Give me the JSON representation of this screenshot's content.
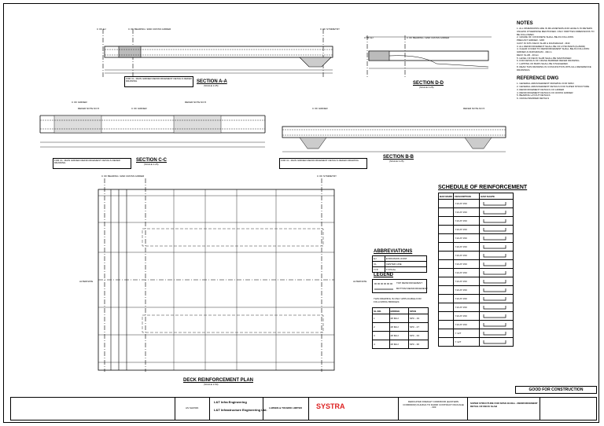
{
  "notes": {
    "heading": "NOTES",
    "lines": [
      "1. ALL DIMENSIONS ARE IN MILLIMETERS AND LEVELS IN METERS",
      "UNLESS OTHERWISE MENTIONED. ONLY WRITTEN DIMENSIONS TO",
      "BE FOLLOWED.",
      "2. GRADE OF CONCRETE SHALL BE AS FOLLOWS:",
      "PRECAST GIRDER - M45",
      "CAST IN SITU DECK SLAB & DIAPHRAGM - M40",
      "3. ALL REINFORCEMENT SHALL BE OF HYSD BARS (Fe500D)",
      "4. CLEAR COVER TO REINFORCEMENT SHALL BE AS FOLLOWS:",
      "GIRDER & DIAPHRAGM - 40mm",
      "DECK SLAB - 40mm",
      "5. LEVEL OF DECK SLAB SHALL BE MAINTAINED",
      "6. FOR DETAILS OF CRASH BARRIER REFER DRAWING.",
      "7. LAPPING OF BARS SHALL BE STAGGERED.",
      "8. READ THIS DRAWING IN CONJUNCTION WITH ALL REFERENCE DRAWINGS."
    ]
  },
  "reference_dwg": {
    "heading": "REFERENCE DWG",
    "lines": [
      "1. GENERAL ARRANGEMENT DRAWING FOR SPAN",
      "2. GENERAL ARRANGEMENT DETAILS FOR SUPER STRUCTURE",
      "3. REINFORCEMENT DETAILS OF GIRDER",
      "4. REINFORCEMENT DETAILS OF CROSS GIRDER",
      "5. BEARING LAYOUT DETAILS",
      "6. CRASH BARRIER DETAILS"
    ]
  },
  "sections": {
    "aa": {
      "title": "SECTION A-A",
      "scale": "(SCALE 1:25)"
    },
    "dd": {
      "title": "SECTION D-D",
      "scale": "(SCALE 1:25)"
    },
    "cc": {
      "title": "SECTION C-C",
      "scale": "(SCALE 1:25)"
    },
    "bb": {
      "title": "SECTION B-B",
      "scale": "(SCALE 1:25)"
    },
    "plan": {
      "title": "DECK REINFORCEMENT PLAN",
      "scale": "(SCALE 1:50)"
    },
    "labels": {
      "cl_girder": "C OF GIRDER",
      "cl_bearing": "C OF BEARING / END CROSS GIRDER",
      "cl_symmetry": "C OF SYMMETRY",
      "refer_note": "REFER NOTE NO.5",
      "cl_ej": "C OF EJ",
      "ref_dwg_note": "FOR CL. MAIN GIRDER REINFORCEMENT DETAILS REFER DRAWING",
      "alternate": "ALTERNATE"
    }
  },
  "schedule": {
    "title": "SCHEDULE OF REINFORCEMENT",
    "headers": [
      "BAR MARK",
      "DESCRIPTION",
      "BAR SHAPE"
    ],
    "rows": [
      {
        "mark": "",
        "desc": "Y10 AT 150"
      },
      {
        "mark": "",
        "desc": "Y10 AT 150"
      },
      {
        "mark": "",
        "desc": "Y10 AT 150"
      },
      {
        "mark": "",
        "desc": "Y10 AT 150"
      },
      {
        "mark": "",
        "desc": "Y10 AT 150"
      },
      {
        "mark": "",
        "desc": "Y10 AT 150"
      },
      {
        "mark": "",
        "desc": "Y10 AT 150"
      },
      {
        "mark": "",
        "desc": "Y10 AT 150"
      },
      {
        "mark": "",
        "desc": "Y10 AT 150"
      },
      {
        "mark": "",
        "desc": "Y10 AT 150"
      },
      {
        "mark": "",
        "desc": "Y10 AT 150"
      },
      {
        "mark": "",
        "desc": "Y10 AT 150"
      },
      {
        "mark": "",
        "desc": "Y10 AT 150"
      },
      {
        "mark": "",
        "desc": "Y10 AT 150"
      },
      {
        "mark": "",
        "desc": "Y10 AT 150"
      },
      {
        "mark": "",
        "desc": "Y 12T"
      },
      {
        "mark": "",
        "desc": "Y 12T"
      }
    ]
  },
  "abbreviations": {
    "heading": "ABBREVIATIONS",
    "rows": [
      [
        "EJ",
        "EXPANSION JOINT"
      ],
      [
        "CL",
        "CENTER LINE"
      ],
      [
        "TYP",
        "TYPICAL"
      ]
    ]
  },
  "legend": {
    "heading": "LEGEND",
    "rows": [
      "TOP REINFORCEMENT",
      "BOTTOM REINFORCEMENT"
    ]
  },
  "bridges": {
    "intro": "THIS DRAWING IS ONLY APPLICABLE FOR FOLLOWING BRIDGES:",
    "headers": [
      "SL.NO.",
      "BRIDGE",
      "SPAN"
    ],
    "rows": [
      [
        "1",
        "28 MAJ",
        "SPC - 19"
      ],
      [
        "2",
        "28 MAJ",
        "SPC - 27"
      ],
      [
        "3",
        "28 MAJ",
        "SPC - 33"
      ],
      [
        "4",
        "28 MAJ",
        "SPC - 36"
      ]
    ]
  },
  "stamp": "GOOD FOR CONSTRUCTION",
  "title_block": {
    "lt_ie": "L&T Infrastructure Engineering Ltd.",
    "lt_ie_short": "L&T Infra Engineering",
    "lt": "LARSEN & TOUBRO LIMITED",
    "systra": "SYSTRA",
    "project": "DEDICATED FREIGHT CORRIDOR (EASTERN CORRIDOR) KHURJA TO DADRI CONTRACT PACKAGE - 303",
    "title": "SUPER STRUCTURE FOR SPAN 18.30m - REINFORCEMENT DETAIL OF DECK SLAB",
    "as_shown": "AS SHOWN"
  }
}
